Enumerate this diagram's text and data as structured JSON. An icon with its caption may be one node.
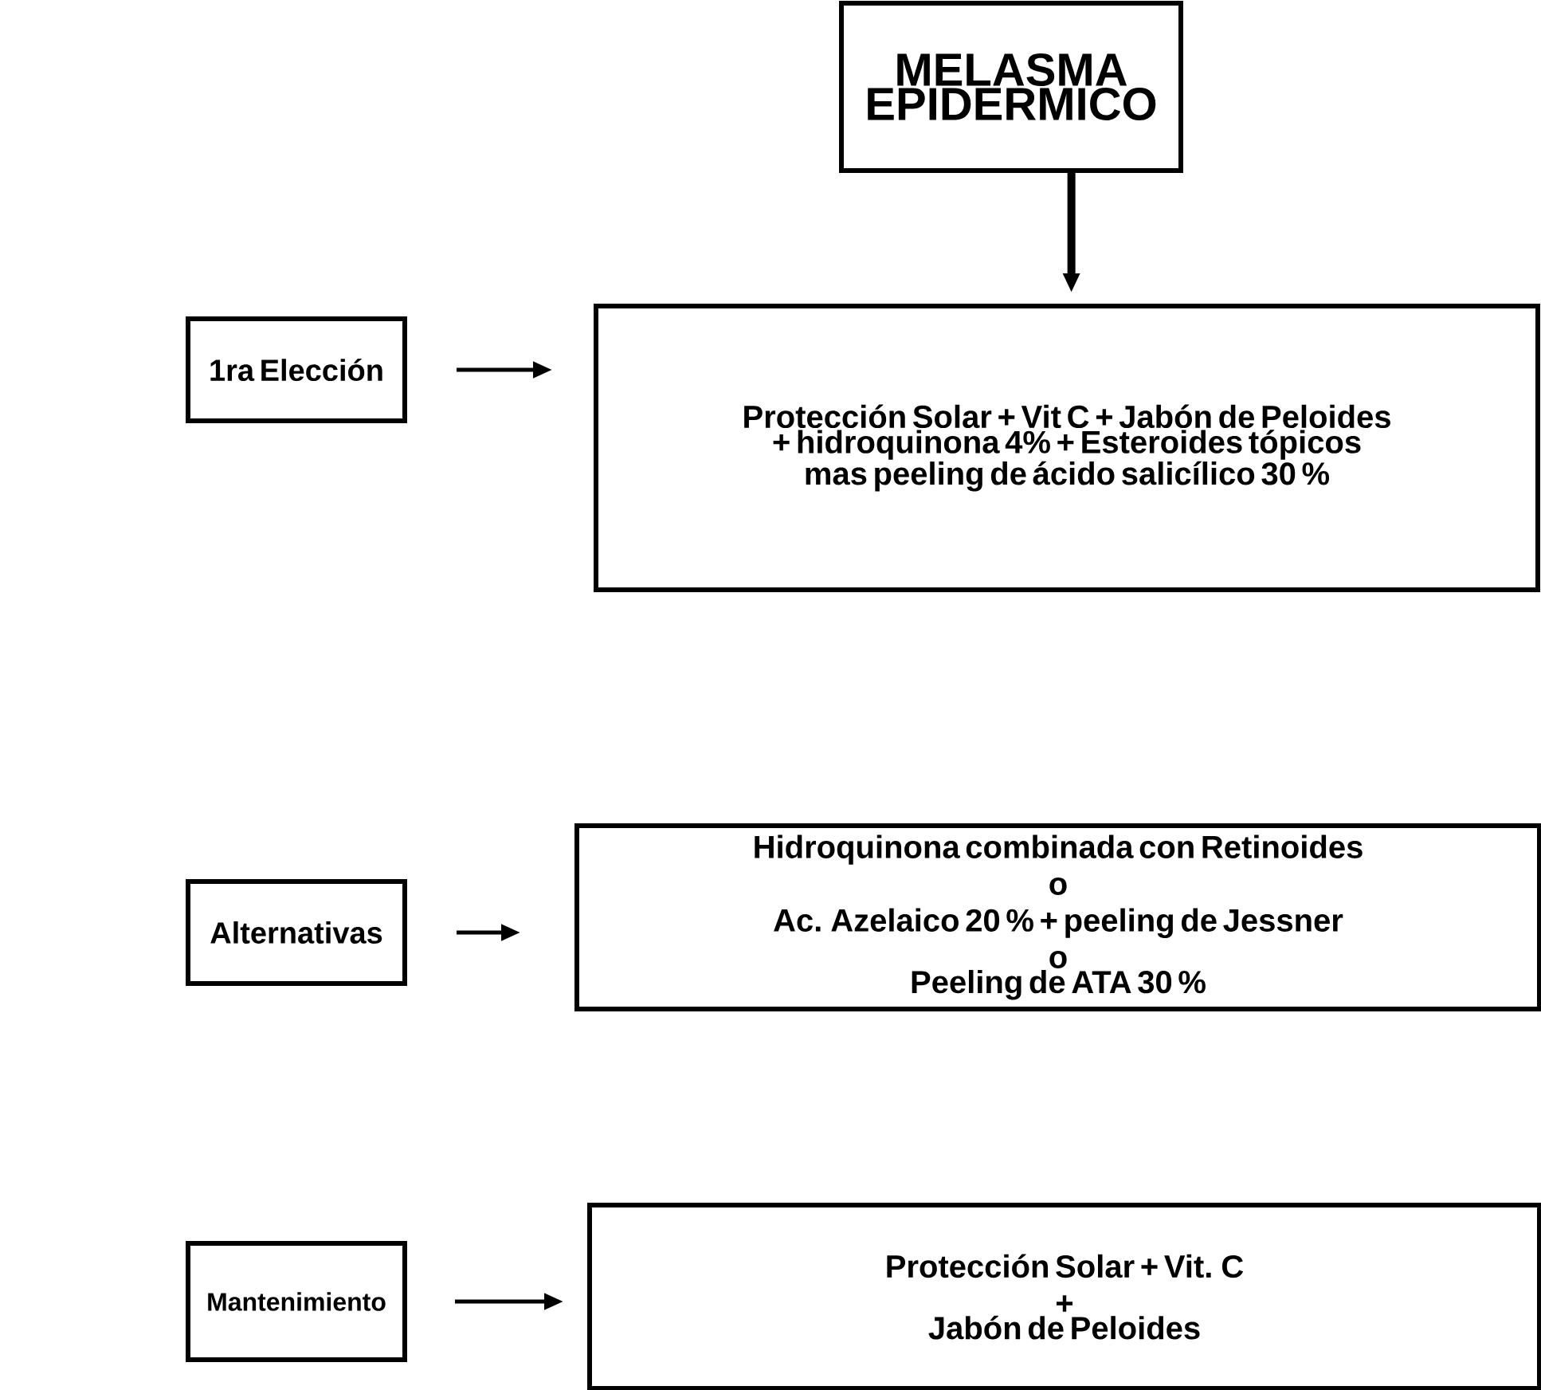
{
  "diagram": {
    "nodes": [
      {
        "text": [
          "MELASMA  EPIDERMICO"
        ]
      },
      {
        "text": [
          "1ra Elección"
        ]
      },
      {
        "text": [
          "Protección Solar + Vit C + Jabón de Peloides + hidroquinona 4% + Esteroides tópicos mas peeling de ácido salicílico 30 %"
        ]
      },
      {
        "text": [
          "Alternativas"
        ]
      },
      {
        "text": [
          "Hidroquinona combinada con Retinoides",
          "o",
          "Ac.  Azelaico 20 % + peeling de Jessner",
          "o",
          "Peeling de ATA 30 %"
        ]
      },
      {
        "text": [
          "Mantenimiento"
        ]
      },
      {
        "text": [
          "Protección Solar + Vit. C",
          "+",
          "Jabón de Peloides"
        ]
      }
    ],
    "edges": [
      {
        "from": 0,
        "to": 2,
        "arrow": "to",
        "style": "thick"
      },
      {
        "from": 1,
        "to": 2,
        "arrow": "to"
      },
      {
        "from": 3,
        "to": 4,
        "arrow": "to"
      },
      {
        "from": 5,
        "to": 6,
        "arrow": "to"
      }
    ]
  }
}
